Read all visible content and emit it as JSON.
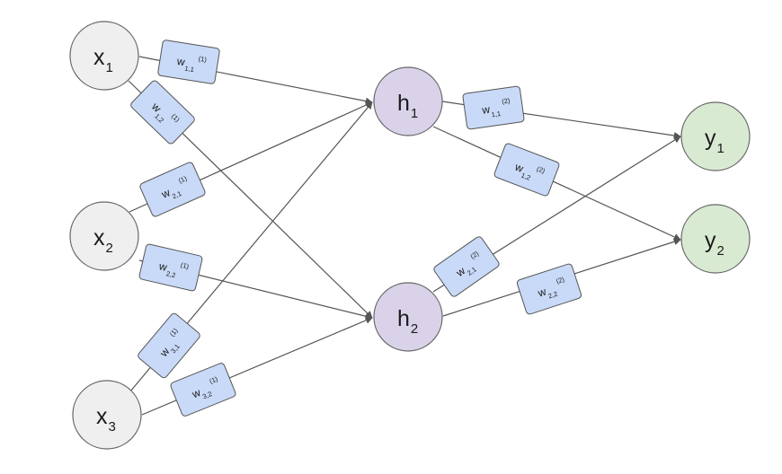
{
  "colors": {
    "input_fill": "#efefef",
    "hidden_fill": "#d9d2e9",
    "output_fill": "#d9ead3",
    "node_stroke": "#666666",
    "weight_fill": "#c9daf8",
    "weight_stroke": "#555555",
    "edge": "#555555"
  },
  "nodes": {
    "x1": {
      "main": "x",
      "sub": "1"
    },
    "x2": {
      "main": "x",
      "sub": "2"
    },
    "x3": {
      "main": "x",
      "sub": "3"
    },
    "h1": {
      "main": "h",
      "sub": "1"
    },
    "h2": {
      "main": "h",
      "sub": "2"
    },
    "y1": {
      "main": "y",
      "sub": "1"
    },
    "y2": {
      "main": "y",
      "sub": "2"
    }
  },
  "weights": {
    "w11_1": {
      "main": "w",
      "sub": "1,1",
      "sup": "(1)"
    },
    "w12_1": {
      "main": "w",
      "sub": "1,2",
      "sup": "(1)"
    },
    "w21_1": {
      "main": "w",
      "sub": "2,1",
      "sup": "(1)"
    },
    "w22_1": {
      "main": "w",
      "sub": "2,2",
      "sup": "(1)"
    },
    "w31_1": {
      "main": "w",
      "sub": "3,1",
      "sup": "(1)"
    },
    "w32_1": {
      "main": "w",
      "sub": "3,2",
      "sup": "(1)"
    },
    "w11_2": {
      "main": "w",
      "sub": "1,1",
      "sup": "(2)"
    },
    "w12_2": {
      "main": "w",
      "sub": "1,2",
      "sup": "(2)"
    },
    "w21_2": {
      "main": "w",
      "sub": "2,1",
      "sup": "(2)"
    },
    "w22_2": {
      "main": "w",
      "sub": "2,2",
      "sup": "(2)"
    }
  }
}
